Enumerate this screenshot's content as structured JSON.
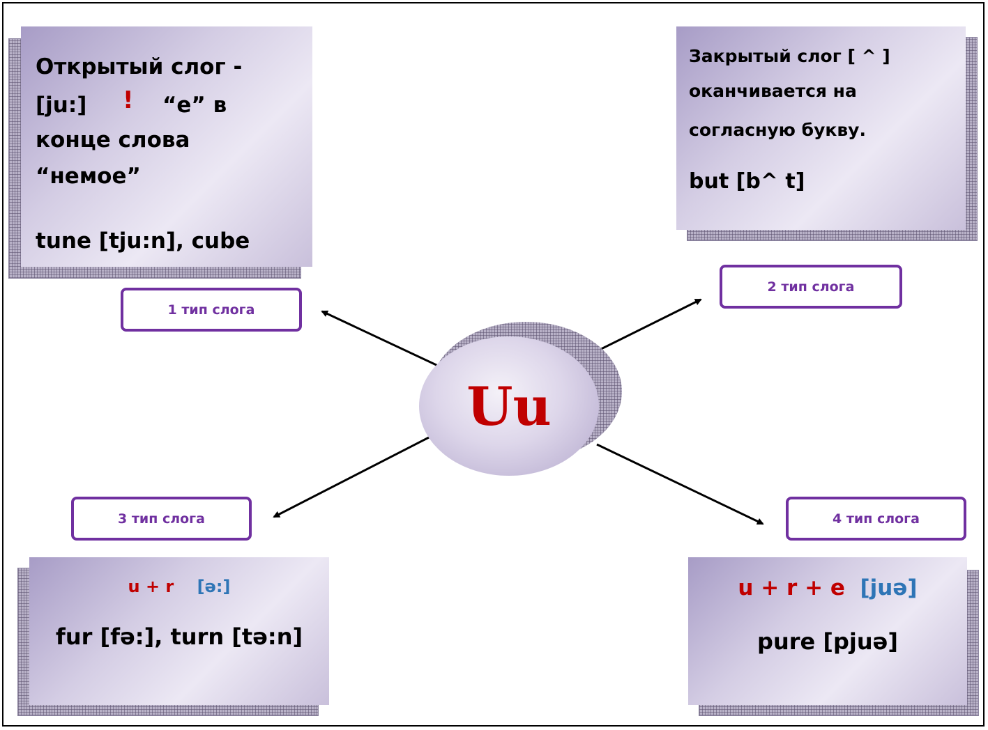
{
  "center_letter": "Uu",
  "cards": {
    "open": {
      "line1": "Открытый слог -",
      "line2_a": "[ju:]",
      "line2_mark": "!",
      "line2_b": "“e” в",
      "line3": "конце слова",
      "line4": "“немое”",
      "line5": "tune [tju:n], cube"
    },
    "closed": {
      "line1": "Закрытый слог  [ ^ ]",
      "line2": "оканчивается на",
      "line3": "согласную букву.",
      "line4": "but [b^  t]"
    },
    "third": {
      "rule_red": "u + r",
      "rule_blue": "[ə:]",
      "example": "fur [fə:], turn [tə:n]"
    },
    "fourth": {
      "rule_red": "u + r  + e",
      "rule_blue": "[juə]",
      "example": "pure [pjuə]"
    }
  },
  "labels": {
    "type1": "1 тип слога",
    "type2": "2 тип слога",
    "type3": "3 тип слога",
    "type4": "4 тип слога"
  },
  "colors": {
    "accent_purple": "#7030a0",
    "red": "#c00000",
    "blue": "#2e75b6"
  }
}
